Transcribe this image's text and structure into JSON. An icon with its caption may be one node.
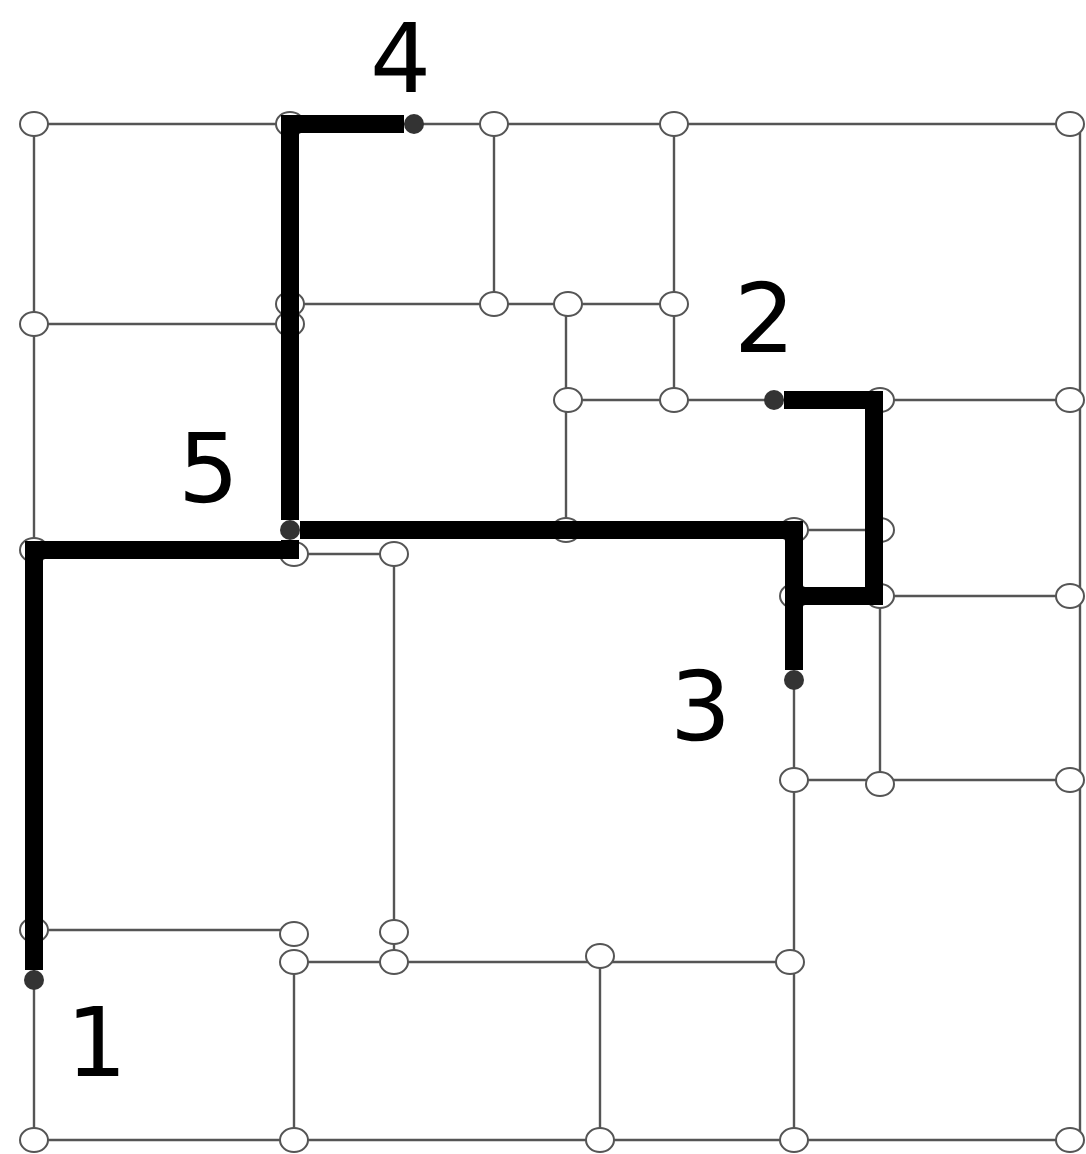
{
  "diagram": {
    "nodes": [
      {
        "text": [],
        "shape": "circle",
        "beside": [
          "1"
        ]
      },
      {
        "text": [],
        "shape": "circle",
        "beside": [
          "2"
        ]
      },
      {
        "text": [],
        "shape": "circle",
        "beside": [
          "3"
        ]
      },
      {
        "text": [],
        "shape": "circle",
        "beside": [
          "4"
        ]
      },
      {
        "text": [],
        "shape": "circle",
        "beside": [
          "5"
        ]
      }
    ],
    "edges": [
      {
        "from": 0,
        "to": 4,
        "arrow": "none"
      },
      {
        "from": 4,
        "to": 3,
        "arrow": "none"
      },
      {
        "from": 4,
        "to": 2,
        "arrow": "none"
      },
      {
        "from": 4,
        "to": 1,
        "arrow": "none"
      }
    ]
  }
}
